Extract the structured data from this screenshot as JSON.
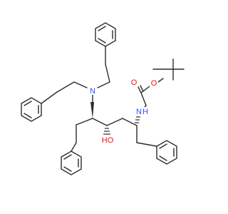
{
  "molecule": {
    "colors": {
      "carbon_bond": "#2b2b2b",
      "nitrogen": "#3050F8",
      "oxygen": "#FF0D0D",
      "background": "#ffffff"
    },
    "labels": {
      "carbamate_o_double": "O",
      "carbamate_o_ether": "O",
      "carbamate_n": "N",
      "carbamate_h": "H",
      "dibenzyl_n": "N",
      "hydroxyl": "HO"
    }
  }
}
